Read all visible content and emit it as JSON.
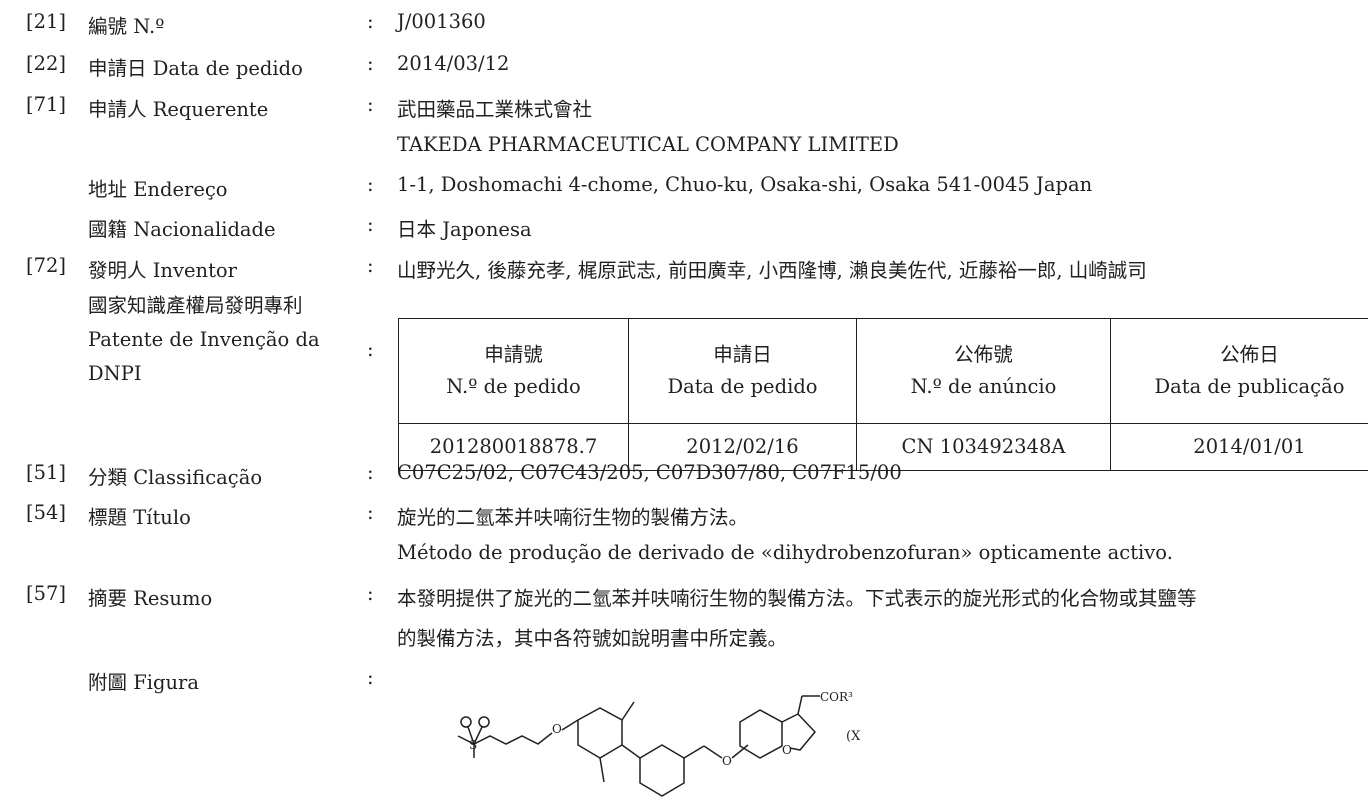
{
  "fields": {
    "f21": {
      "code": "[21]",
      "label": "編號 N.º",
      "value": "J/001360"
    },
    "f22": {
      "code": "[22]",
      "label": "申請日 Data de pedido",
      "value": "2014/03/12"
    },
    "f71": {
      "code": "[71]",
      "label": "申請人 Requerente",
      "value": "武田藥品工業株式會社",
      "value2": "TAKEDA PHARMACEUTICAL COMPANY LIMITED"
    },
    "address": {
      "label": "地址 Endereço",
      "value": "1-1, Doshomachi 4-chome, Chuo-ku, Osaka-shi, Osaka 541-0045 Japan"
    },
    "nationality": {
      "label": "國籍 Nacionalidade",
      "value": "日本 Japonesa"
    },
    "f72": {
      "code": "[72]",
      "label": "發明人 Inventor",
      "value": "山野光久, 後藤充孝, 梶原武志, 前田廣幸, 小西隆博, 瀨良美佐代, 近藤裕一郎, 山崎誠司"
    },
    "patent": {
      "label_lines": [
        "國家知識產權局發明專利",
        "Patente de Invenção da",
        "DNPI"
      ],
      "headers": [
        {
          "zh": "申請號",
          "pt": "N.º de pedido"
        },
        {
          "zh": "申請日",
          "pt": "Data de pedido"
        },
        {
          "zh": "公佈號",
          "pt": "N.º de anúncio"
        },
        {
          "zh": "公佈日",
          "pt": "Data de publicação"
        }
      ],
      "values": [
        "201280018878.7",
        "2012/02/16",
        "CN 103492348A",
        "2014/01/01"
      ]
    },
    "f51": {
      "code": "[51]",
      "label": "分類 Classificação",
      "value": "C07C25/02, C07C43/205, C07D307/80, C07F15/00"
    },
    "f54": {
      "code": "[54]",
      "label": "標題 Título",
      "value": "旋光的二氫苯并呋喃衍生物的製備方法。",
      "value2": "Método de produção de derivado de «dihydrobenzofuran» opticamente activo."
    },
    "f57": {
      "code": "[57]",
      "label": "摘要 Resumo",
      "value": "本發明提供了旋光的二氫苯并呋喃衍生物的製備方法。下式表示的旋光形式的化合物或其鹽等",
      "value2": "的製備方法，其中各符號如說明書中所定義。"
    },
    "figure": {
      "label": "附圖 Figura",
      "formula_label": "(X)",
      "substituent": "COR³",
      "atom_s": "S",
      "atom_o": "O"
    }
  },
  "colon": ":"
}
